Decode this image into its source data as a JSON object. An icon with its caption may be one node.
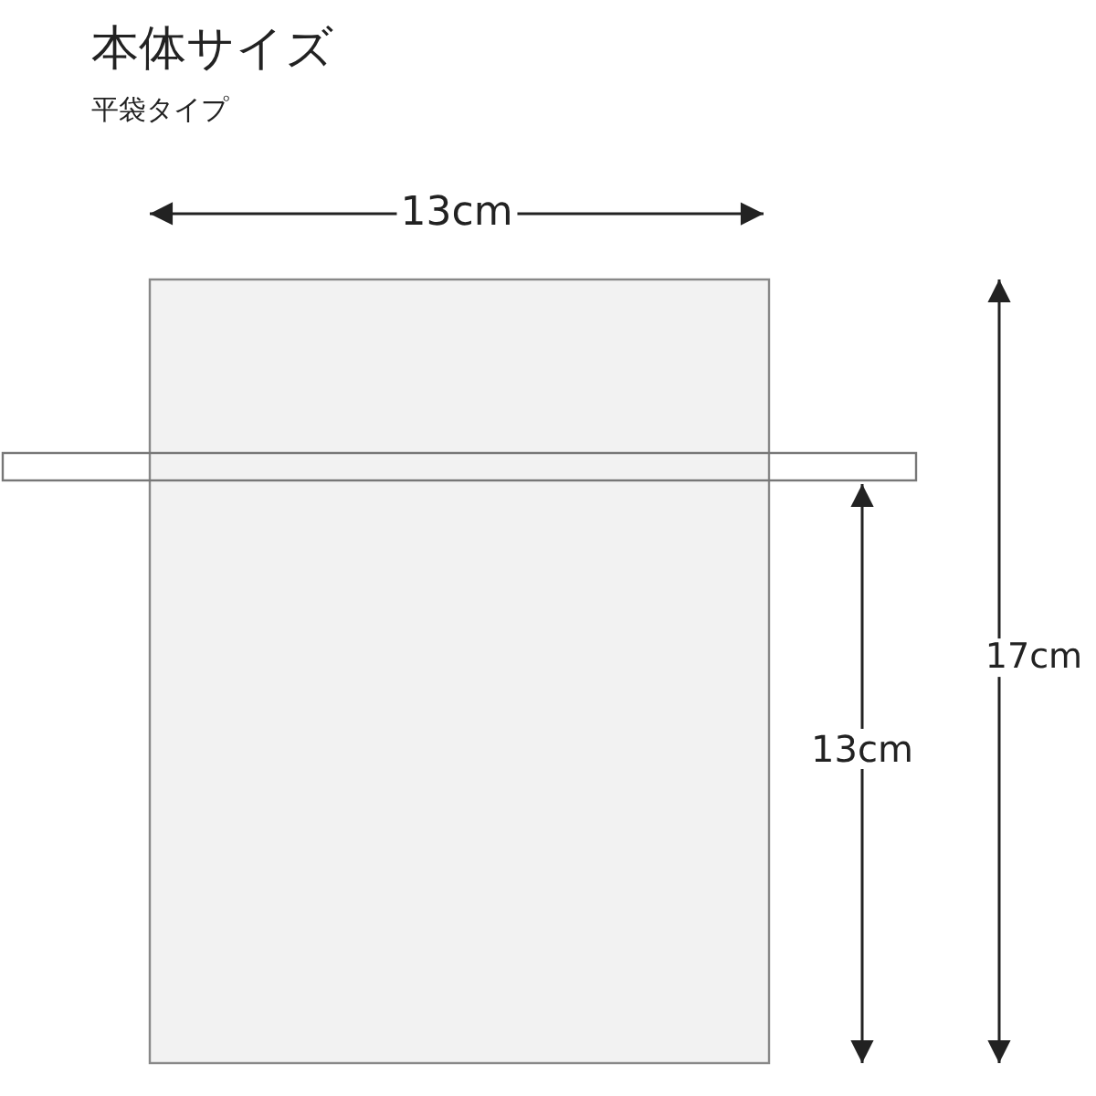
{
  "diagram": {
    "title": "本体サイズ",
    "labels": [
      "平袋タイプ",
      "13cm",
      "17cm",
      "13cm"
    ]
  }
}
